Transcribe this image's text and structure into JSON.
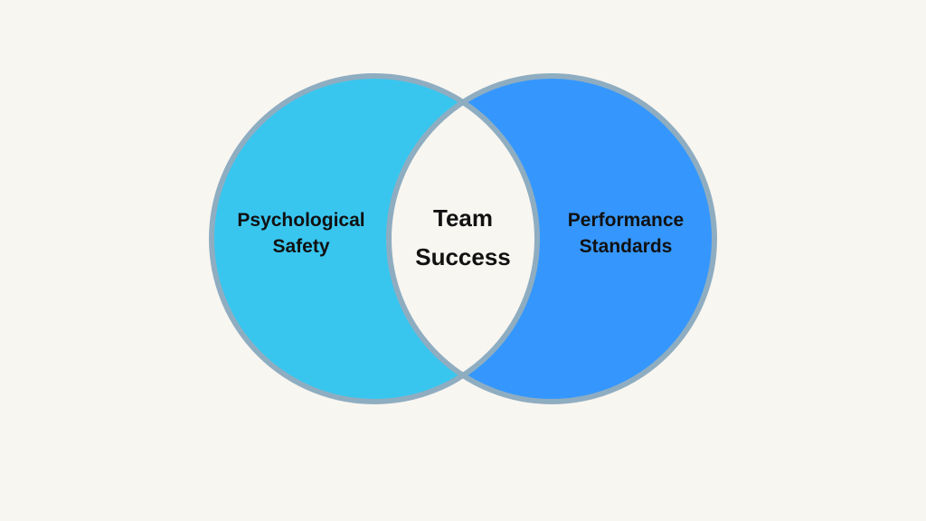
{
  "diagram": {
    "type": "venn",
    "background_color": "#f8f6f1",
    "border_color": "#8fadc1",
    "left_circle": {
      "label_line1": "Psychological",
      "label_line2": "Safety",
      "fill_color": "#38c6ef"
    },
    "right_circle": {
      "label_line1": "Performance",
      "label_line2": "Standards",
      "fill_color": "#3597fd"
    },
    "intersection": {
      "label_line1": "Team",
      "label_line2": "Success",
      "fill_color": "#f8f6f1"
    }
  }
}
